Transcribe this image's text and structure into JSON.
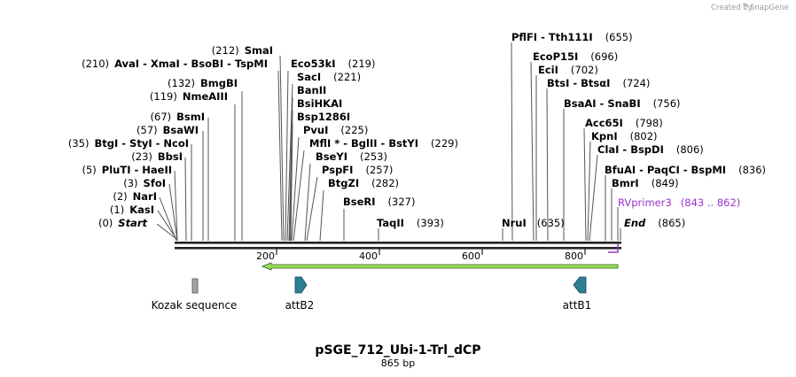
{
  "credit": {
    "text": "Created by",
    "brand": "SnapGene"
  },
  "title": "pSGE_712_Ubi-1-Trl_dCP",
  "subtitle": "865 bp",
  "ruler": [
    "200",
    "400",
    "600",
    "800"
  ],
  "colors": {
    "primer": "#9933cc",
    "arrow": "#98e25a",
    "feature": "#2d7f93",
    "kozak": "#a0a4a8"
  },
  "sites_left": [
    {
      "pos": "(0)",
      "name": "Start"
    },
    {
      "pos": "(1)",
      "name": "KasI"
    },
    {
      "pos": "(2)",
      "name": "NarI"
    },
    {
      "pos": "(3)",
      "name": "SfoI"
    },
    {
      "pos": "(5)",
      "name": "PluTI  -  HaeII"
    },
    {
      "pos": "(23)",
      "name": "BbsI"
    },
    {
      "pos": "(35)",
      "name": "BtgI  -  StyI  -  NcoI"
    },
    {
      "pos": "(57)",
      "name": "BsaWI"
    },
    {
      "pos": "(67)",
      "name": "BsmI"
    },
    {
      "pos": "(119)",
      "name": "NmeAIII"
    },
    {
      "pos": "(132)",
      "name": "BmgBI"
    },
    {
      "pos": "(210)",
      "name": "AvaI  -  XmaI  -  BsoBI  -  TspMI"
    },
    {
      "pos": "(212)",
      "name": "SmaI"
    }
  ],
  "sites_right": [
    {
      "name": "Eco53kI",
      "pos": "(219)"
    },
    {
      "name": "SacI",
      "pos": "(221)"
    },
    {
      "name": "BanII",
      "pos": ""
    },
    {
      "name": "BsiHKAI",
      "pos": ""
    },
    {
      "name": "Bsp1286I",
      "pos": ""
    },
    {
      "name": "PvuI",
      "pos": "(225)"
    },
    {
      "name": "MflI *  -  BglII  -  BstYI",
      "pos": "(229)"
    },
    {
      "name": "BseYI",
      "pos": "(253)"
    },
    {
      "name": "PspFI",
      "pos": "(257)"
    },
    {
      "name": "BtgZI",
      "pos": "(282)"
    },
    {
      "name": "BseRI",
      "pos": "(327)"
    },
    {
      "name": "TaqII",
      "pos": "(393)"
    },
    {
      "name": "NruI",
      "pos": "(635)"
    },
    {
      "name": "PflFI  -  Tth111I",
      "pos": "(655)"
    },
    {
      "name": "EcoP15I",
      "pos": "(696)"
    },
    {
      "name": "EciI",
      "pos": "(702)"
    },
    {
      "name": "BtsI  -  BtsαI",
      "pos": "(724)"
    },
    {
      "name": "BsaAI  -  SnaBI",
      "pos": "(756)"
    },
    {
      "name": "Acc65I",
      "pos": "(798)"
    },
    {
      "name": "KpnI",
      "pos": "(802)"
    },
    {
      "name": "ClaI  -  BspDI",
      "pos": "(806)"
    },
    {
      "name": "BfuAI  -  PaqCI  -  BspMI",
      "pos": "(836)"
    },
    {
      "name": "BmrI",
      "pos": "(849)"
    },
    {
      "name": "End",
      "pos": "(865)"
    }
  ],
  "primer": {
    "name": "RVprimer3",
    "range": "(843 .. 862)"
  },
  "features": [
    {
      "name": "Kozak sequence"
    },
    {
      "name": "attB2"
    },
    {
      "name": "attB1"
    }
  ]
}
